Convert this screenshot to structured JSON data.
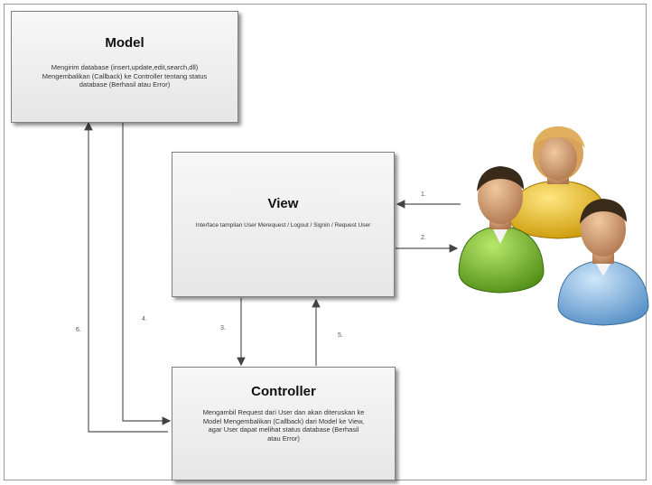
{
  "model": {
    "title": "Model",
    "description": "Mengirim database (insert,update,edit,search,dll) Mengembalikan (Callback) ke Controller tentang status database (Berhasil atau Error)"
  },
  "view": {
    "title": "View",
    "description": "Interface tampilan User Merequest / Logout / Signin / Request User"
  },
  "controller": {
    "title": "Controller",
    "description": "Mengambil Request dari User dan akan diteruskan ke Model Mengembalikan (Callback) dari Model ke View, agar User dapat melihat status database (Berhasil atau Error)"
  },
  "arrow_labels": [
    "1.",
    "2.",
    "3.",
    "4.",
    "5.",
    "6."
  ],
  "colors": {
    "box_border": "#7f7f7f",
    "arrow": "#555555",
    "user_green": "#7fbf2a",
    "user_yellow": "#f0c020",
    "user_blue": "#7ab6e6"
  },
  "icons": [
    "users-icon"
  ]
}
